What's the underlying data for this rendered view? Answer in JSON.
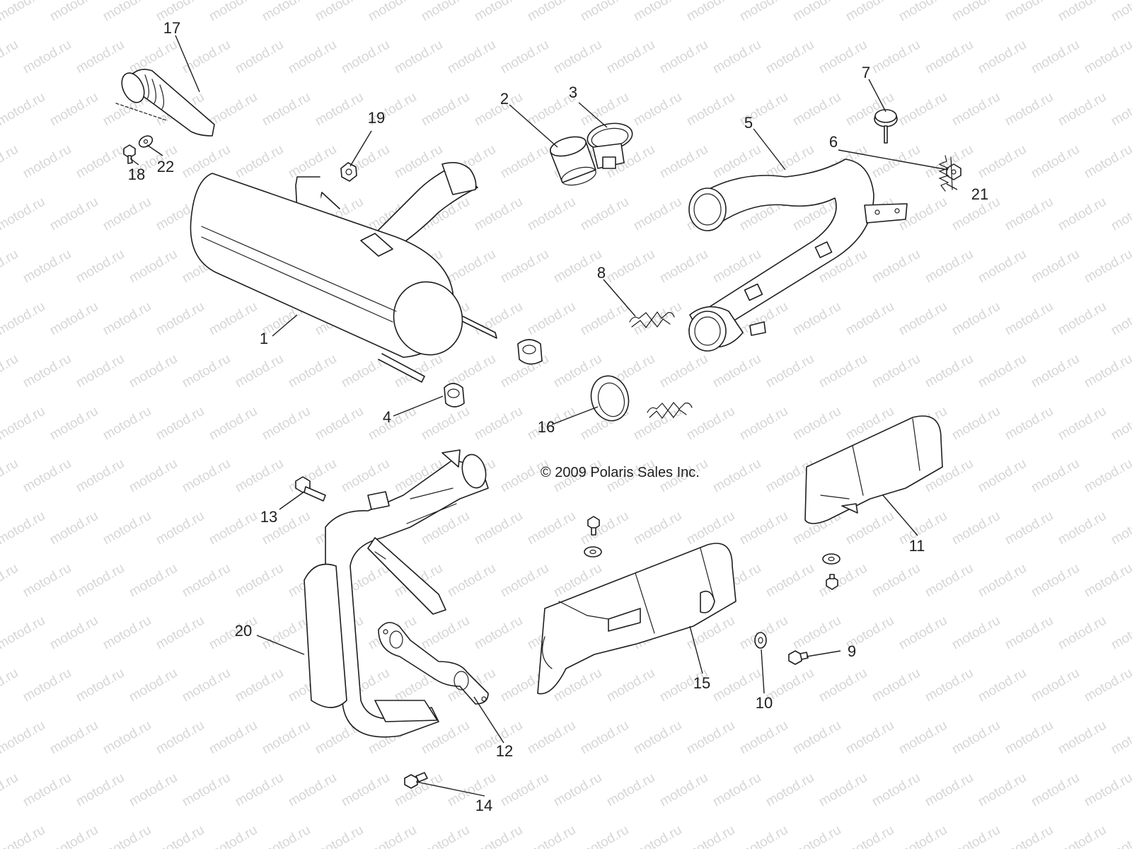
{
  "watermark": "motod.ru",
  "copyright": "© 2009 Polaris Sales Inc.",
  "labels": [
    {
      "id": "p1",
      "text": "1"
    },
    {
      "id": "p2",
      "text": "2"
    },
    {
      "id": "p3",
      "text": "3"
    },
    {
      "id": "p4",
      "text": "4"
    },
    {
      "id": "p5",
      "text": "5"
    },
    {
      "id": "p6",
      "text": "6"
    },
    {
      "id": "p7",
      "text": "7"
    },
    {
      "id": "p8",
      "text": "8"
    },
    {
      "id": "p9",
      "text": "9"
    },
    {
      "id": "p10",
      "text": "10"
    },
    {
      "id": "p11",
      "text": "11"
    },
    {
      "id": "p12",
      "text": "12"
    },
    {
      "id": "p13",
      "text": "13"
    },
    {
      "id": "p14",
      "text": "14"
    },
    {
      "id": "p15",
      "text": "15"
    },
    {
      "id": "p16",
      "text": "16"
    },
    {
      "id": "p17",
      "text": "17"
    },
    {
      "id": "p18",
      "text": "18"
    },
    {
      "id": "p19",
      "text": "19"
    },
    {
      "id": "p20",
      "text": "20"
    },
    {
      "id": "p21",
      "text": "21"
    },
    {
      "id": "p22",
      "text": "22"
    }
  ]
}
